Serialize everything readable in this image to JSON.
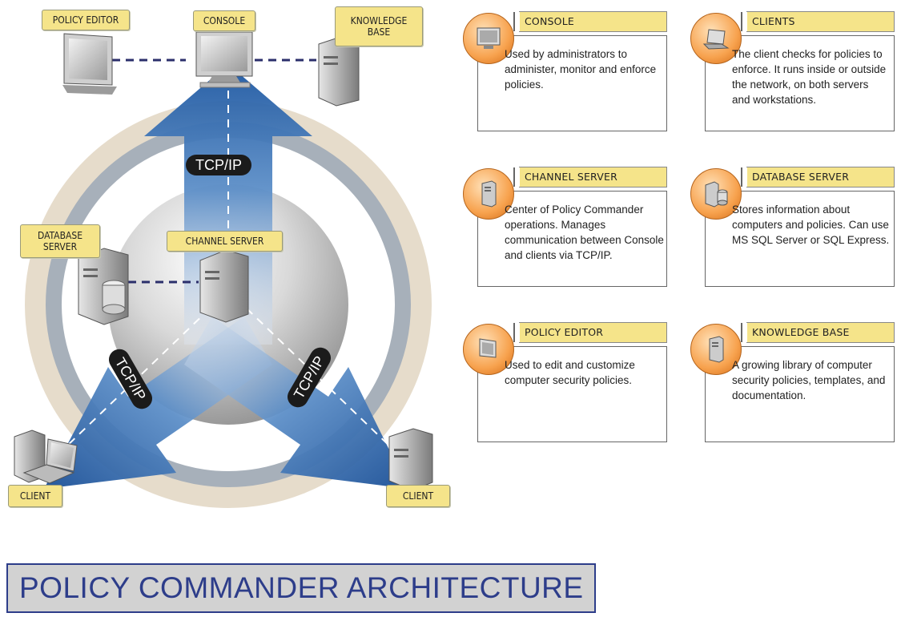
{
  "diagram": {
    "nodes": {
      "policy_editor": "POLICY EDITOR",
      "console": "CONSOLE",
      "knowledge_base": "KNOWLEDGE\nBASE",
      "database_server": "DATABASE\nSERVER",
      "channel_server": "CHANNEL SERVER",
      "client_left": "CLIENT",
      "client_right": "CLIENT"
    },
    "protocol_labels": [
      "TCP/IP",
      "TCP/IP",
      "TCP/IP"
    ]
  },
  "cards": [
    {
      "title": "CONSOLE",
      "description": "Used by administrators to administer, monitor and enforce policies.",
      "icon": "monitor-icon"
    },
    {
      "title": "CLIENTS",
      "description": "The client checks for policies to enforce. It runs inside or outside the network, on both servers and workstations.",
      "icon": "laptop-icon"
    },
    {
      "title": "CHANNEL SERVER",
      "description": "Center of Policy Commander operations. Manages communication between Console and clients via TCP/IP.",
      "icon": "server-tower-icon"
    },
    {
      "title": "DATABASE SERVER",
      "description": "Stores information about computers and policies. Can use MS SQL Server or SQL Express.",
      "icon": "database-server-icon"
    },
    {
      "title": "POLICY EDITOR",
      "description": "Used to edit and customize computer security policies.",
      "icon": "monitor-icon"
    },
    {
      "title": "KNOWLEDGE BASE",
      "description": "A growing library of computer security policies, templates, and documentation.",
      "icon": "server-tower-icon"
    }
  ],
  "footer": {
    "title": "POLICY COMMANDER ARCHITECTURE"
  },
  "colors": {
    "accent_blue": "#1f5ea8",
    "label_yellow": "#f5e48a",
    "ring_tan": "#e6dccb",
    "ring_grey": "#a7b0ba",
    "icon_orange": "#f39a3c",
    "title_navy": "#2d3d8a"
  }
}
